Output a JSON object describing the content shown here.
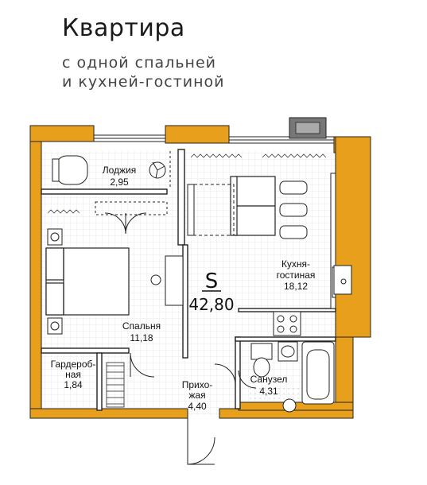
{
  "title": "Квартира",
  "subtitle_line1": "с одной спальней",
  "subtitle_line2": "и кухней-гостиной",
  "total": {
    "symbol": "S",
    "value": "42,80"
  },
  "rooms": {
    "loggia": {
      "name": "Лоджия",
      "area": "2,95"
    },
    "kitchen": {
      "name_line1": "Кухня-",
      "name_line2": "гостиная",
      "area": "18,12"
    },
    "bedroom": {
      "name": "Спальня",
      "area": "11,18"
    },
    "wardrobe": {
      "name_line1": "Гардероб-",
      "name_line2": "ная",
      "area": "1,84"
    },
    "hallway": {
      "name_line1": "Прихо-",
      "name_line2": "жая",
      "area": "4,40"
    },
    "bathroom": {
      "name": "Санузел",
      "area": "4,31"
    }
  },
  "colors": {
    "wall": "#E8A01C",
    "line": "#222222",
    "tile": "#e6e6e6"
  }
}
